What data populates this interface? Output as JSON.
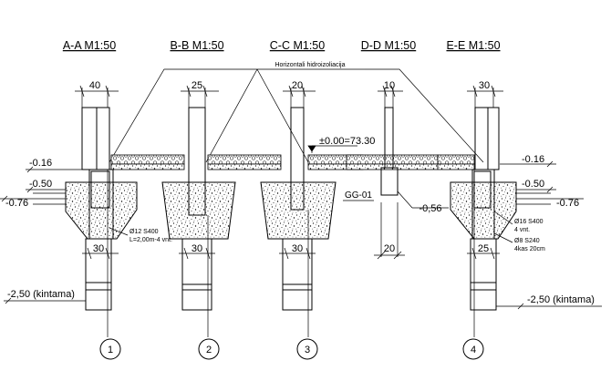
{
  "sections": [
    {
      "title": "A-A M1:50",
      "wall_width": "40",
      "col_width": "30",
      "axis": "1"
    },
    {
      "title": "B-B M1:50",
      "wall_width": "25",
      "col_width": "30",
      "axis": "2"
    },
    {
      "title": "C-C M1:50",
      "wall_width": "20",
      "col_width": "30",
      "axis": "3"
    },
    {
      "title": "D-D M1:50",
      "wall_width": "10",
      "col_width": "20",
      "axis": ""
    },
    {
      "title": "E-E M1:50",
      "wall_width": "30",
      "col_width": "25",
      "axis": "4"
    }
  ],
  "notes": {
    "waterproofing": "Horizontali hidroizoliacija",
    "zero_level": "±0.00=73.30",
    "beam_label": "GG-01",
    "d_level": "-0,56",
    "rebar_left_1": "Ø12 S400",
    "rebar_left_2": "L=2,00m-4 vnt.",
    "rebar_right_1": "Ø16 S400",
    "rebar_right_2": "4 vnt.",
    "rebar_right_3": "Ø8 S240",
    "rebar_right_4": "4kas 20cm"
  },
  "levels": {
    "left": [
      "-0.16",
      "-0.50",
      "-0.76"
    ],
    "right": [
      "-0.16",
      "-0.50",
      "-0.76"
    ],
    "bottom_left": "-2,50 (kintama)",
    "bottom_right": "-2,50 (kintama)"
  }
}
